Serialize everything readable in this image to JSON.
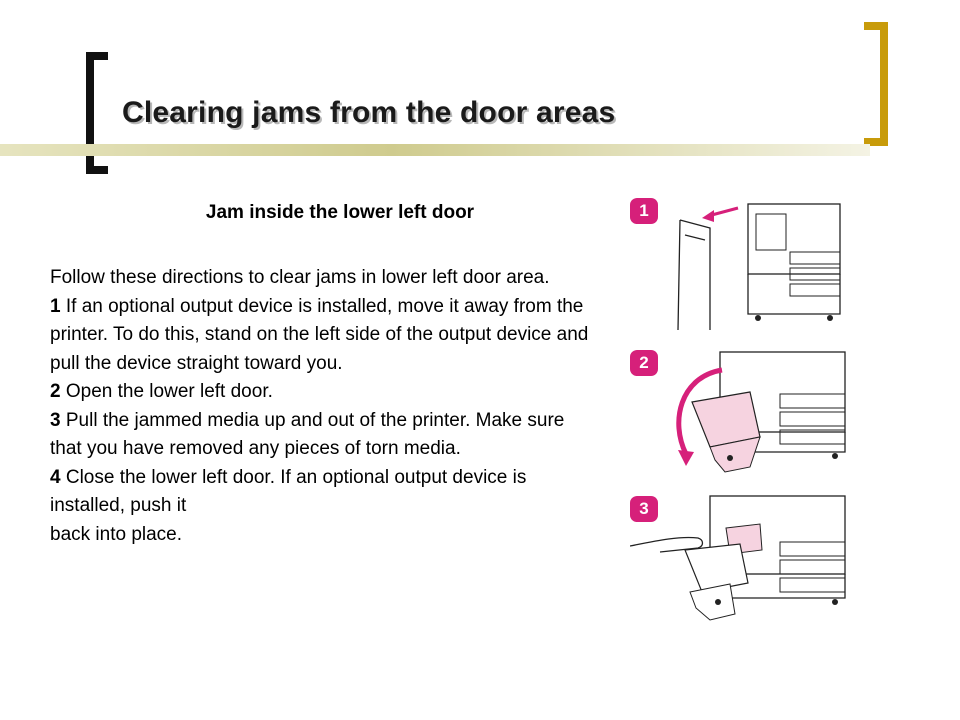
{
  "slide": {
    "title": "Clearing jams from the door areas",
    "subtitle": "Jam inside the lower left door",
    "intro": "Follow these directions to clear jams in lower left door area.",
    "steps": [
      {
        "num": "1",
        "text": "If an optional output device is installed, move it away from the printer. To do this, stand on the left side of the output device and pull the device straight toward you."
      },
      {
        "num": "2",
        "text": "Open the lower left door."
      },
      {
        "num": "3",
        "text": "Pull the jammed media up and out of the printer. Make sure that you have removed any pieces of torn media."
      },
      {
        "num": "4",
        "text": "Close the lower left door. If an optional output device is installed, push it"
      }
    ],
    "step4_tail": "back into place.",
    "figure_badges": [
      "1",
      "2",
      "3"
    ]
  },
  "colors": {
    "accent": "#c89b0a",
    "badge": "#d6207a",
    "door_pink": "#f6d3e0"
  }
}
